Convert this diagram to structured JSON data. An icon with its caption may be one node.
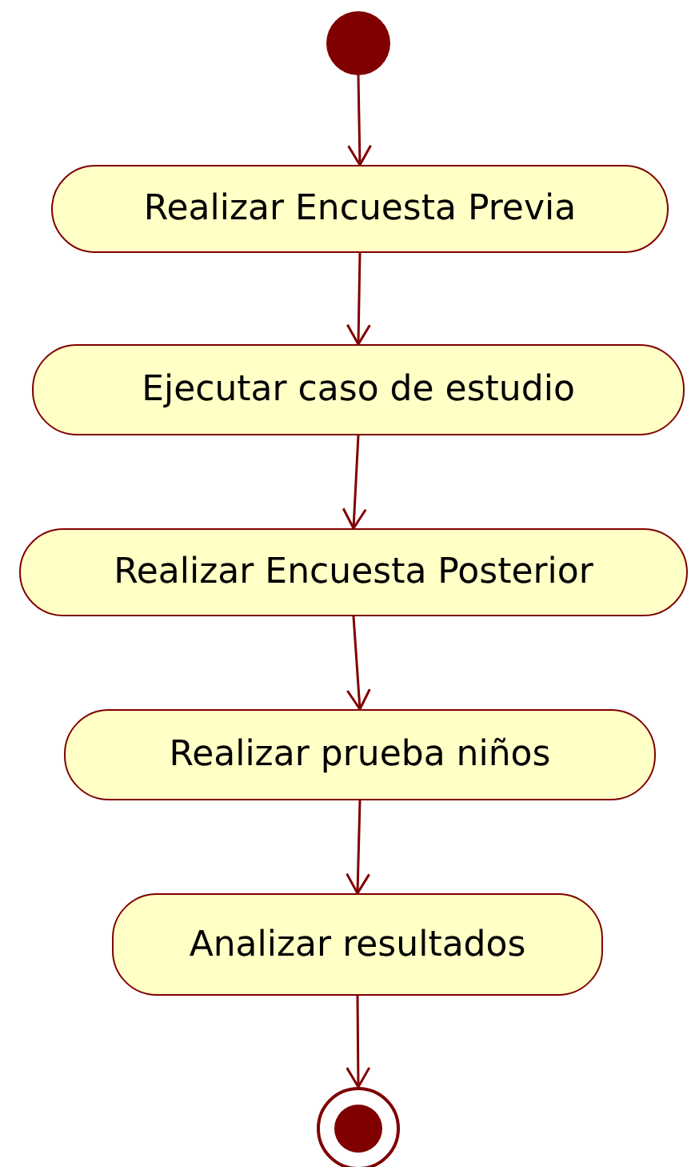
{
  "diagram": {
    "nodes": [
      {
        "text": [],
        "shape": "circle"
      },
      {
        "text": [
          "Realizar Encuesta Previa"
        ]
      },
      {
        "text": [
          "Ejecutar caso de estudio"
        ]
      },
      {
        "text": [
          "Realizar Encuesta Posterior"
        ]
      },
      {
        "text": [
          "Realizar prueba niños"
        ]
      },
      {
        "text": [
          "Analizar resultados"
        ]
      },
      {
        "text": [],
        "shape": "circle"
      }
    ],
    "edges": [
      {
        "from": 0,
        "to": 1,
        "arrow": "to"
      },
      {
        "from": 1,
        "to": 2,
        "arrow": "to"
      },
      {
        "from": 2,
        "to": 3,
        "arrow": "to"
      },
      {
        "from": 3,
        "to": 4,
        "arrow": "to"
      },
      {
        "from": 4,
        "to": 5,
        "arrow": "to"
      },
      {
        "from": 5,
        "to": 6,
        "arrow": "to"
      }
    ]
  }
}
